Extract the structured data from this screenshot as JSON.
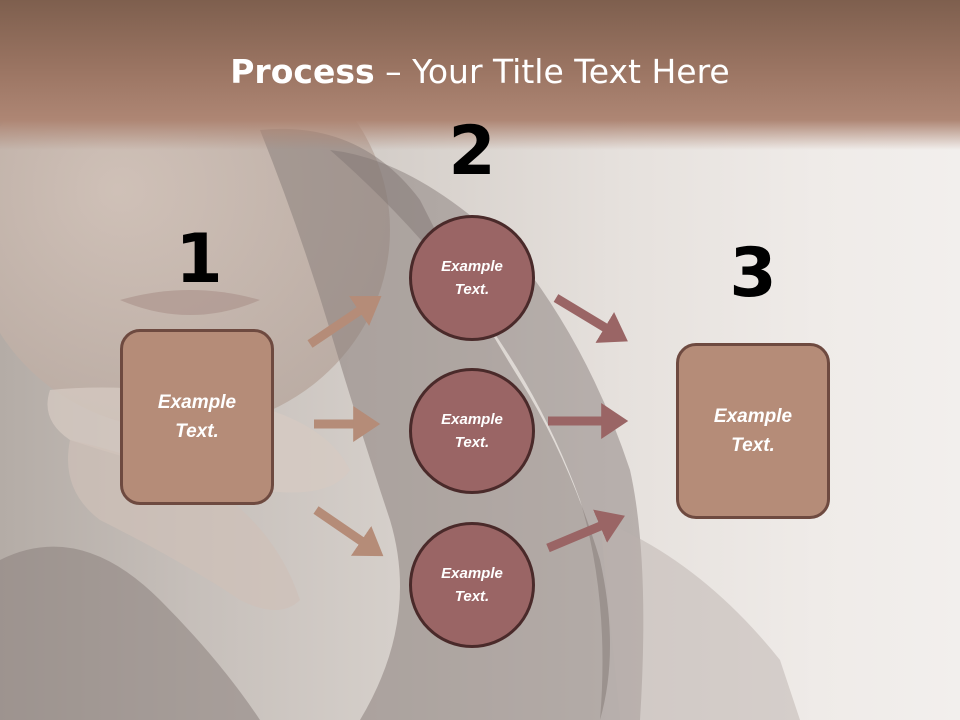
{
  "slide": {
    "title_bold": "Process",
    "title_rest": " – Your Title Text Here"
  },
  "steps": {
    "step1_number": "1",
    "step2_number": "2",
    "step3_number": "3"
  },
  "nodes": {
    "left_box": "Example Text.",
    "circle_top": "Example Text.",
    "circle_middle": "Example Text.",
    "circle_bottom": "Example Text.",
    "right_box": "Example Text."
  },
  "colors": {
    "header_band": "#9a7462",
    "box_fill": "#b58c78",
    "circle_fill": "#9a6565",
    "arrow_light": "#b58c78",
    "arrow_dark": "#9a6565"
  }
}
